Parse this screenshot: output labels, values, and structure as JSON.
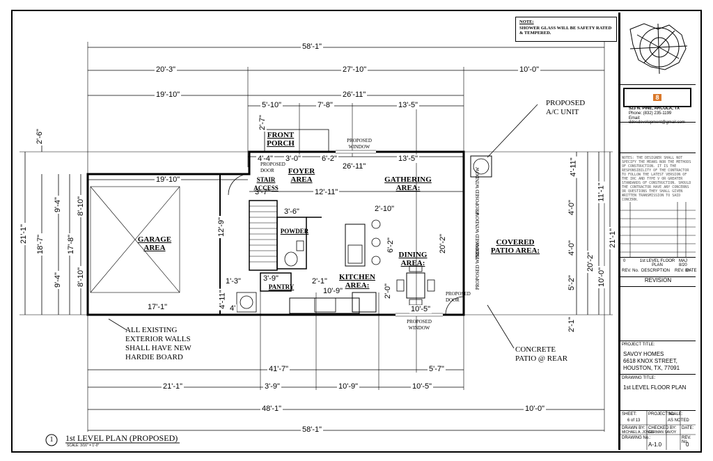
{
  "note": {
    "title": "NOTE:",
    "text": "SHOWER GLASS WILL BE SAFETY RATED & TEMPERED."
  },
  "dims": {
    "top_overall": "58'-1\"",
    "top_a": "20'-3\"",
    "top_b": "27'-10\"",
    "top_c": "10'-0\"",
    "top_d": "19'-10\"",
    "top_e": "26'-11\"",
    "top_f": "5'-10\"",
    "top_g": "7'-8\"",
    "top_h": "13'-5\"",
    "left_26": "2'-6\"",
    "left_211": "21'-1\"",
    "left_187": "18'-7\"",
    "left_94a": "9'-4\"",
    "left_810a": "8'-10\"",
    "left_178": "17'-8\"",
    "left_810b": "8'-10\"",
    "left_94b": "9'-4\"",
    "right_211": "21'-1\"",
    "right_111": "11'-1\"",
    "right_202": "20'-2\"",
    "right_100": "10'-0\"",
    "right_411": "4'-11\"",
    "right_40a": "4'-0\"",
    "right_40b": "4'-0\"",
    "right_52": "5'-2\"",
    "right_21": "2'-1\"",
    "porch_27": "2'-7\"",
    "porch_44": "4'-4\"",
    "porch_30": "3'-0\"",
    "porch_62": "6'-2\"",
    "porch_135": "13'-5\"",
    "inner_2611": "26'-11\"",
    "garage_1910": "19'-10\"",
    "stair_37": "3'-7\"",
    "inner_1211": "12'-11\"",
    "inner_36": "3'-6\"",
    "inner_210": "2'-10\"",
    "inner_129": "12'-9\"",
    "inner_62": "6'-2\"",
    "inner_202": "20'-2\"",
    "inner_39": "3'-9\"",
    "inner_21": "2'-1\"",
    "inner_13": "1'-3\"",
    "inner_411": "4'-11\"",
    "inner_4": "4'",
    "inner_109": "10'-9\"",
    "inner_20": "2'-0\"",
    "inner_105": "10'-5\"",
    "garage_171": "17'-1\"",
    "bot_417": "41'-7\"",
    "bot_57": "5'-7\"",
    "bot_211": "21'-1\"",
    "bot_39": "3'-9\"",
    "bot_109": "10'-9\"",
    "bot_105": "10'-5\"",
    "bot_481": "48'-1\"",
    "bot_100": "10'-0\"",
    "bot_overall": "58'-1\""
  },
  "rooms": {
    "front_porch": "FRONT PORCH",
    "foyer": "FOYER AREA",
    "stair": "STAIR ACCESS",
    "gathering": "GATHERING AREA:",
    "garage": "GARAGE AREA",
    "powder": "POWDER",
    "pantry": "PANTRY",
    "kitchen": "KITCHEN AREA:",
    "dining": "DINING AREA:",
    "covered_patio": "COVERED PATIO AREA:"
  },
  "labels": {
    "proposed_window_top": "PROPOSED WINDOW",
    "proposed_door_front": "PROPOSED DOOR",
    "proposed_window_1": "PROPOSED WINDOW",
    "proposed_window_2": "PROPOSED WINDOW",
    "proposed_window_3": "PROPOSED WINDOW",
    "proposed_door_rear": "PROPOSED DOOR",
    "proposed_window_bottom": "PROPOSED WINDOW",
    "ac_unit": "PROPOSED A/C UNIT",
    "existing_walls": "ALL EXISTING EXTERIOR WALLS SHALL HAVE NEW HARDIE BOARD",
    "concrete": "CONCRETE PATIO @ REAR"
  },
  "plan_title": {
    "number": "1",
    "title": "1st LEVEL PLAN (PROPOSED)",
    "scale": "SCALE: 3/16\" = 1'-0\""
  },
  "title_block": {
    "company_address": "523 N. PINE, ARCOLA, TX",
    "company_phone": "Phone: (832) 235-1199",
    "company_email": "Email: ddesdevelopment@gmail.com",
    "disclaimer": "NOTES: THE DESIGNER SHALL NOT SPECIFY THE MEANS NOR THE METHODS OF CONSTRUCTION. IT IS THE RESPONSIBILITY OF THE CONTRACTOR TO FOLLOW THE LATEST VERSION OF THE IRC AND TYPE V OR GREATER STANDARDS OF CONSTRUCTION. SHOULD THE CONTRACTOR HAVE ANY CONCERNS OR QUESTIONS THEY SHALL GIVEN WRITTEN TRANSMISSION TO SAID CONCERN.",
    "rev_no": "0",
    "rev_desc": "1st LEVEL FLOOR PLAN",
    "rev_date": "MAJ 8/20",
    "col_rev": "REV. No.",
    "col_desc": "DESCRIPTION",
    "col_by": "REV. BY",
    "col_date": "DATE",
    "revision": "REVISION",
    "project_title_label": "PROJECT TITLE:",
    "project_line1": "SAVOY HOMES",
    "project_line2": "6618 KNOX STREET,",
    "project_line3": "HOUSTON, TX, 77091",
    "drawing_title_label": "DRAWING TITLE:",
    "drawing_title": "1st LEVEL FLOOR PLAN",
    "sheet_label": "SHEET:",
    "sheet_value": "6 of 13",
    "project_no_label": "PROJECT No.",
    "scale_label": "SCALE:",
    "scale_value": "AS NOTED",
    "drawn_by_label": "DRAWN BY:",
    "drawn_by": "MICHAEL A. JONES",
    "checked_by_label": "CHECKED BY:",
    "checked_by": "GERMAN SAVOY",
    "date_label": "DATE:",
    "drawing_no_label": "DRAWING No.:",
    "drawing_no": "A-1.0",
    "rev_no_label": "REV. No.",
    "rev_no_value": "0"
  }
}
